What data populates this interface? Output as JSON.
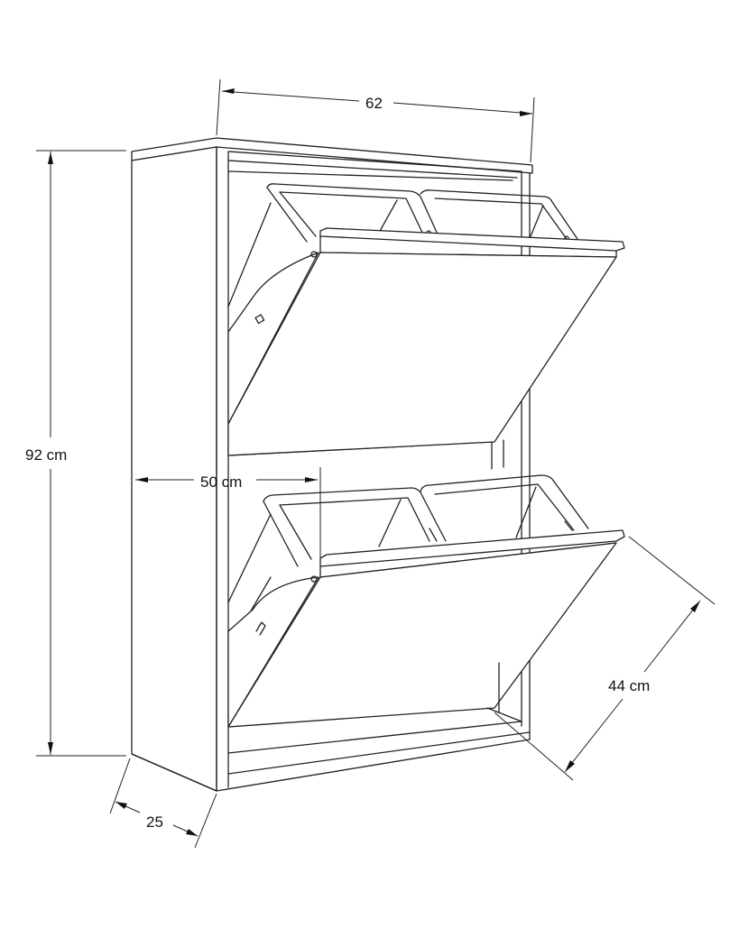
{
  "diagram": {
    "subject": "Wall-mounted tilt-out cabinet with two flip-down compartments, each holding two removable bins",
    "colors": {
      "line": "#222222",
      "background": "#ffffff"
    },
    "dimensions": {
      "width": {
        "label": "62",
        "axis": "top width"
      },
      "height": {
        "label": "92 cm",
        "axis": "overall height"
      },
      "inner_width": {
        "label": "50 cm",
        "axis": "inner opening width"
      },
      "depth": {
        "label": "25",
        "axis": "cabinet depth"
      },
      "open_depth": {
        "label": "44 cm",
        "axis": "depth with flap opened"
      }
    },
    "components": [
      {
        "name": "cabinet-body"
      },
      {
        "name": "top-flap",
        "bins": 2
      },
      {
        "name": "bottom-flap",
        "bins": 2
      }
    ]
  }
}
